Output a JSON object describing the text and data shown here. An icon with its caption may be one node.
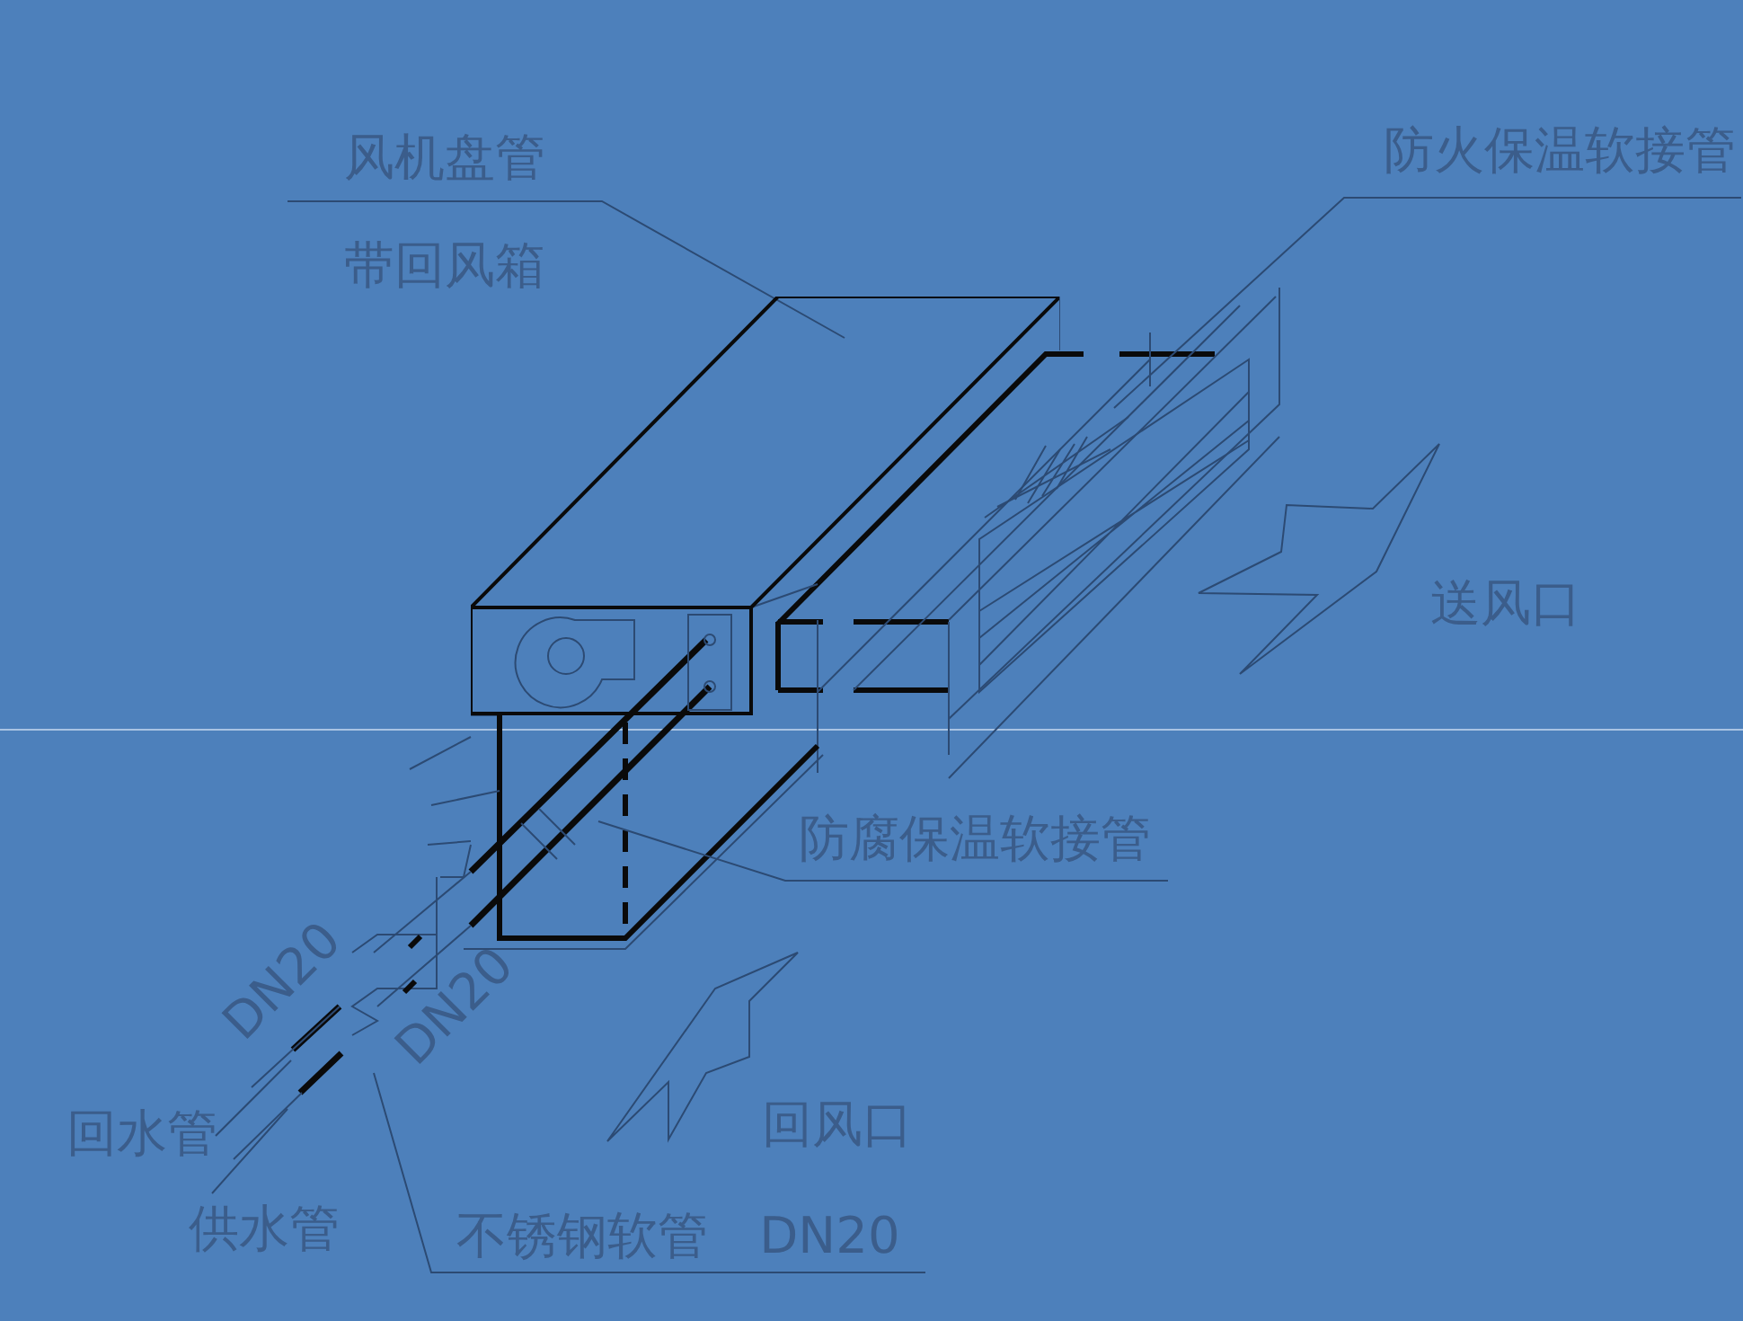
{
  "diagram": {
    "nodes": [
      {
        "text": [
          "风机盘管",
          "带回风箱"
        ]
      },
      {
        "text": [
          "防火保温软接管"
        ]
      },
      {
        "text": [
          "防腐保温软接管"
        ]
      },
      {
        "text": [
          "回水管"
        ]
      },
      {
        "text": [
          "供水管"
        ]
      },
      {
        "text": [
          "不锈钢软管",
          "DN20"
        ]
      },
      {
        "text": [],
        "shape": "picture"
      }
    ],
    "edges": [
      {
        "from": 0,
        "to": 6,
        "arrow": "none"
      },
      {
        "from": 1,
        "to": null,
        "arrow": "none"
      },
      {
        "from": 2,
        "to": null,
        "arrow": "none"
      },
      {
        "from": 3,
        "to": null,
        "arrow": "none"
      },
      {
        "from": 4,
        "to": null,
        "arrow": "none"
      },
      {
        "from": 5,
        "to": null,
        "arrow": "none"
      }
    ],
    "labels": [
      "送风口",
      "回风口",
      "DN20",
      "DN20"
    ]
  }
}
